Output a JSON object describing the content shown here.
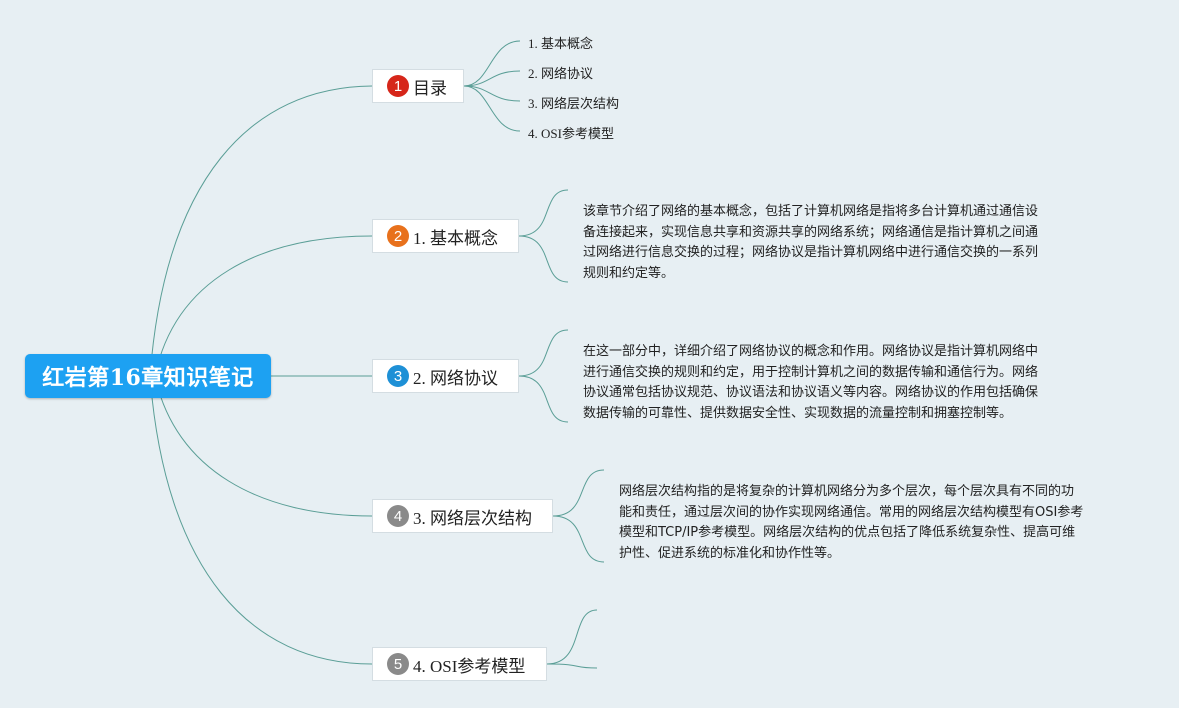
{
  "colors": {
    "background": "#e7eff3",
    "root": "#1da1f2",
    "link": "#5a9e96",
    "badge_1": "#d6261a",
    "badge_2": "#e8711c",
    "badge_3": "#1e90d6",
    "badge_4": "#8a8a8a",
    "badge_5": "#8a8a8a"
  },
  "root": {
    "label": "红岩第16章知识笔记"
  },
  "branches": [
    {
      "badge": "1",
      "label": "目录",
      "children": [
        "1. 基本概念",
        "2. 网络协议",
        "3. 网络层次结构",
        "4. OSI参考模型"
      ]
    },
    {
      "badge": "2",
      "label": "1. 基本概念",
      "description": [
        "该章节介绍了网络的基本概念，包括了计算机网络是指将多台计算机通过通信设",
        "备连接起来，实现信息共享和资源共享的网络系统；网络通信是指计算机之间通",
        "过网络进行信息交换的过程；网络协议是指计算机网络中进行通信交换的一系列",
        "规则和约定等。"
      ]
    },
    {
      "badge": "3",
      "label": "2. 网络协议",
      "description": [
        "在这一部分中，详细介绍了网络协议的概念和作用。网络协议是指计算机网络中",
        "进行通信交换的规则和约定，用于控制计算机之间的数据传输和通信行为。网络",
        "协议通常包括协议规范、协议语法和协议语义等内容。网络协议的作用包括确保",
        "数据传输的可靠性、提供数据安全性、实现数据的流量控制和拥塞控制等。"
      ]
    },
    {
      "badge": "4",
      "label": "3. 网络层次结构",
      "description": [
        "网络层次结构指的是将复杂的计算机网络分为多个层次，每个层次具有不同的功",
        "能和责任，通过层次间的协作实现网络通信。常用的网络层次结构模型有OSI参考",
        "模型和TCP/IP参考模型。网络层次结构的优点包括了降低系统复杂性、提高可维",
        "护性、促进系统的标准化和协作性等。"
      ]
    },
    {
      "badge": "5",
      "label": "4. OSI参考模型"
    }
  ]
}
